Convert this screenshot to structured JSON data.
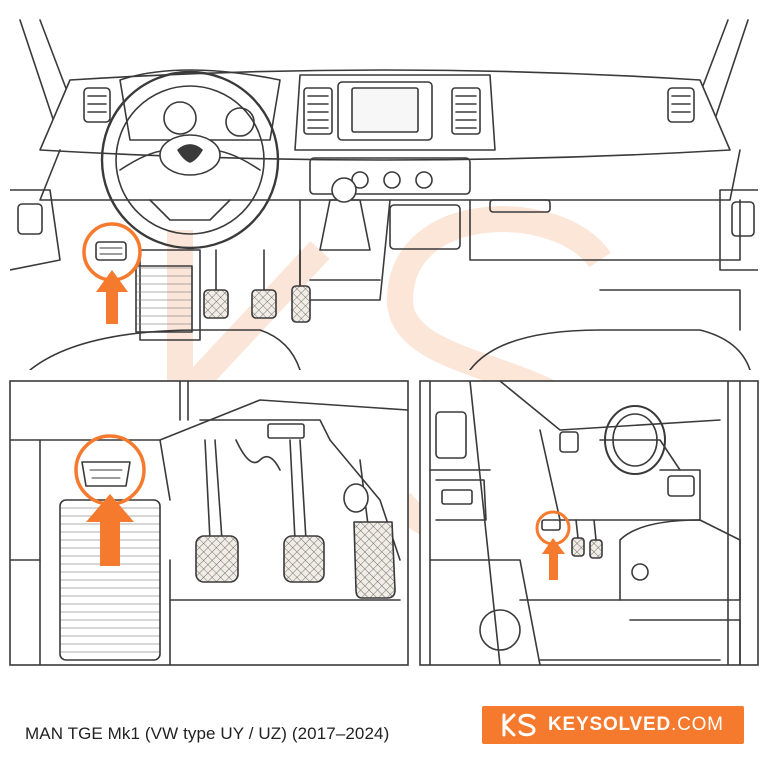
{
  "caption": "MAN TGE Mk1 (VW type UY / UZ) (2017–2024)",
  "brand": {
    "name": "KEYSOLVED",
    "domain": ".COM"
  },
  "colors": {
    "accent": "#f57a2e",
    "line": "#3a3a3a",
    "watermark": "#fbe3d4"
  },
  "icons": {
    "logo": "ks-logo-icon",
    "arrow": "arrow-up-icon",
    "highlight": "circle-highlight-icon"
  }
}
